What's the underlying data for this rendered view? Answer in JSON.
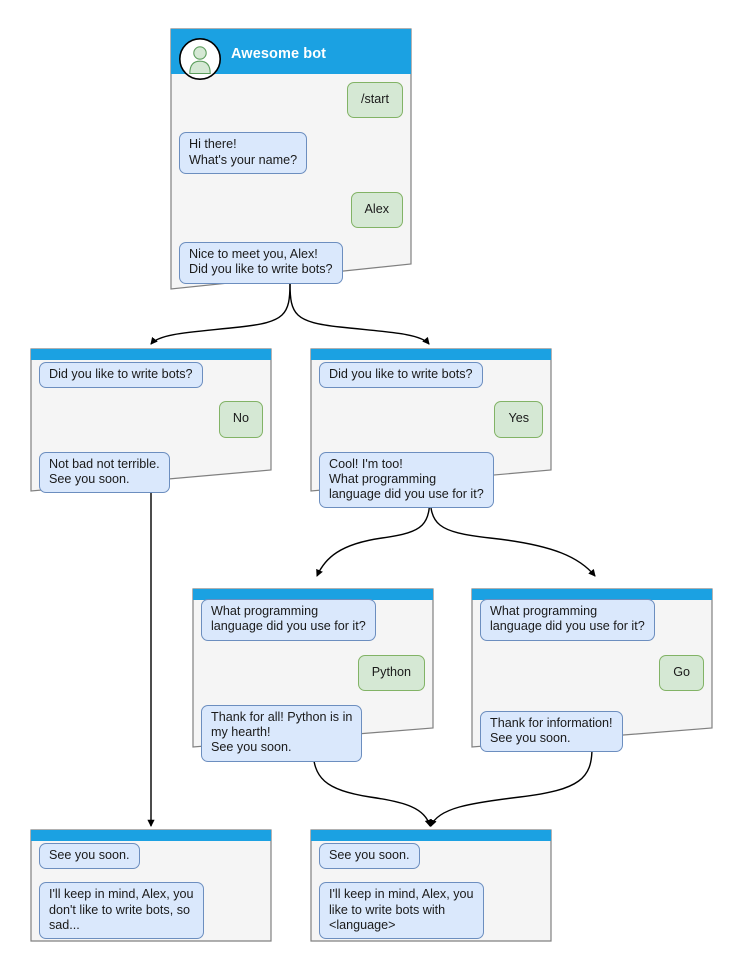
{
  "diagram": {
    "title": "Awesome bot chatbot conversation flow",
    "background_color": "#ffffff",
    "colors": {
      "header_blue": "#1ba1e2",
      "card_fill": "#f5f5f5",
      "card_stroke": "#808080",
      "bot_bubble_fill": "#dae8fc",
      "bot_bubble_stroke": "#6c8ebf",
      "user_bubble_fill": "#d5e8d4",
      "user_bubble_stroke": "#82b366",
      "edge_stroke": "#000000",
      "avatar_fill": "#ffffff",
      "avatar_person": "#d5e8d4"
    }
  },
  "nodes": [
    {
      "id": "root",
      "title": "Awesome bot",
      "has_avatar": true,
      "avatar_icon": "person-avatar-icon",
      "messages": [
        {
          "from": "user",
          "text": "/start"
        },
        {
          "from": "bot",
          "text": "Hi there!\nWhat's your name?"
        },
        {
          "from": "user",
          "text": "Alex"
        },
        {
          "from": "bot",
          "text": "Nice to meet you, Alex!\nDid you like to write bots?"
        }
      ]
    },
    {
      "id": "no-branch",
      "title": "",
      "has_avatar": false,
      "messages": [
        {
          "from": "bot",
          "text": "Did you like to write bots?"
        },
        {
          "from": "user",
          "text": "No"
        },
        {
          "from": "bot",
          "text": "Not bad not terrible.\nSee you soon."
        }
      ]
    },
    {
      "id": "yes-branch",
      "title": "",
      "has_avatar": false,
      "messages": [
        {
          "from": "bot",
          "text": "Did you like to write bots?"
        },
        {
          "from": "user",
          "text": "Yes"
        },
        {
          "from": "bot",
          "text": "Cool! I'm too!\nWhat programming\nlanguage did you use for it?"
        }
      ]
    },
    {
      "id": "python-branch",
      "title": "",
      "has_avatar": false,
      "messages": [
        {
          "from": "bot",
          "text": "What programming\nlanguage did you use for it?"
        },
        {
          "from": "user",
          "text": "Python"
        },
        {
          "from": "bot",
          "text": "Thank for all! Python is in\nmy hearth!\nSee you soon."
        }
      ]
    },
    {
      "id": "go-branch",
      "title": "",
      "has_avatar": false,
      "messages": [
        {
          "from": "bot",
          "text": "What programming\nlanguage did you use for it?"
        },
        {
          "from": "user",
          "text": "Go"
        },
        {
          "from": "bot",
          "text": "Thank for information!\nSee you soon."
        }
      ]
    },
    {
      "id": "end-sad",
      "title": "",
      "has_avatar": false,
      "messages": [
        {
          "from": "bot",
          "text": "See you soon."
        },
        {
          "from": "bot",
          "text": "I'll keep in mind, Alex, you\ndon't like to write bots, so\nsad..."
        }
      ]
    },
    {
      "id": "end-happy",
      "title": "",
      "has_avatar": false,
      "messages": [
        {
          "from": "bot",
          "text": "See you soon."
        },
        {
          "from": "bot",
          "text": "I'll keep in mind, Alex, you\nlike to write bots with\n<language>"
        }
      ]
    }
  ]
}
